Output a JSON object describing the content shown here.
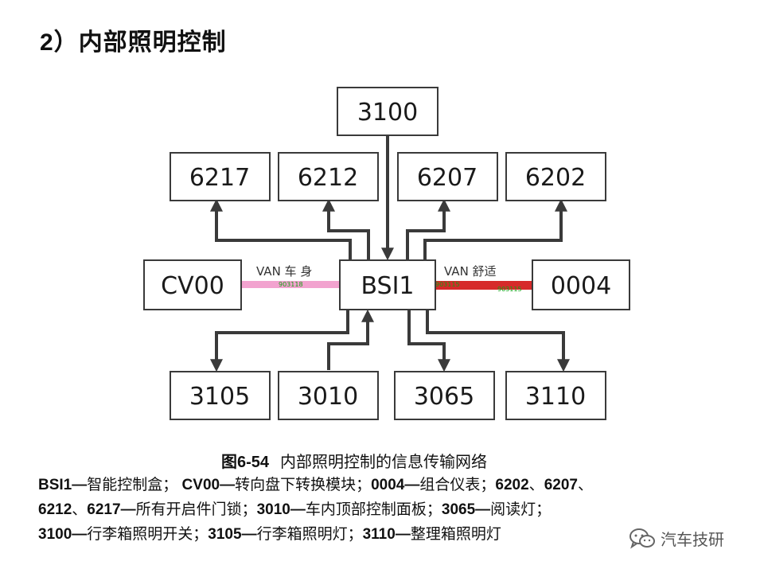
{
  "heading": {
    "number": "2）",
    "title": "内部照明控制"
  },
  "diagram": {
    "center": "BSI1",
    "top": "3100",
    "upper_row": [
      "6217",
      "6212",
      "6207",
      "6202"
    ],
    "left": "CV00",
    "right": "0004",
    "lower_row": [
      "3105",
      "3010",
      "3065",
      "3110"
    ],
    "buses": {
      "left": {
        "label": "VAN  车 身",
        "code": "903118",
        "color": "#f2a3cf"
      },
      "right": {
        "label": "VAN 舒适",
        "code_near": "903115",
        "code_far": "903115",
        "color": "#d62a2a"
      }
    },
    "line_color": "#3a3a3a",
    "box_border_color": "#3a3a3a"
  },
  "caption": {
    "fig_no": "图6-54",
    "text": "内部照明控制的信息传输网络"
  },
  "legend": [
    [
      {
        "k": "BSI1—",
        "v": "智能控制盒；"
      },
      {
        "k": " CV00—",
        "v": "转向盘下转换模块；"
      },
      {
        "k": "0004—",
        "v": "组合仪表；"
      },
      {
        "k": "6202",
        "v": "、"
      },
      {
        "k": "6207",
        "v": "、"
      }
    ],
    [
      {
        "k": "6212",
        "v": "、"
      },
      {
        "k": "6217—",
        "v": "所有开启件门锁；"
      },
      {
        "k": "3010—",
        "v": "车内顶部控制面板；"
      },
      {
        "k": "3065—",
        "v": "阅读灯；"
      }
    ],
    [
      {
        "k": "3100—",
        "v": "行李箱照明开关；"
      },
      {
        "k": "3105—",
        "v": "行李箱照明灯；"
      },
      {
        "k": "3110—",
        "v": "整理箱照明灯"
      }
    ]
  ],
  "watermark": {
    "icon": "wechat-icon",
    "text": "汽车技研"
  }
}
